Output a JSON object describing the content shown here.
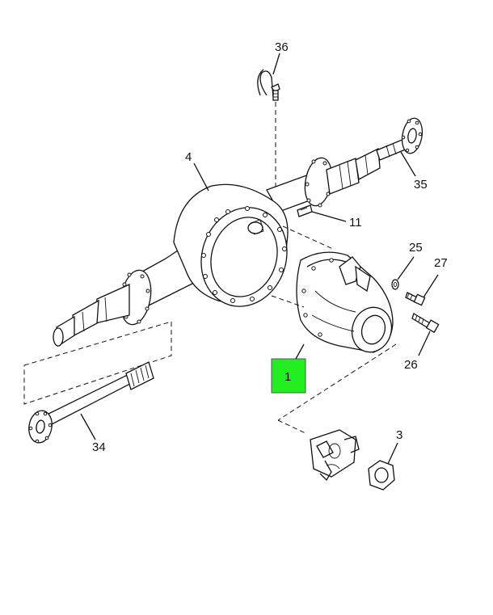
{
  "callouts": {
    "c36": "36",
    "c4": "4",
    "c35": "35",
    "c11": "11",
    "c25": "25",
    "c27": "27",
    "c1": "1",
    "c26": "26",
    "c34": "34",
    "c3": "3"
  },
  "highlight_color": "#22ee22"
}
